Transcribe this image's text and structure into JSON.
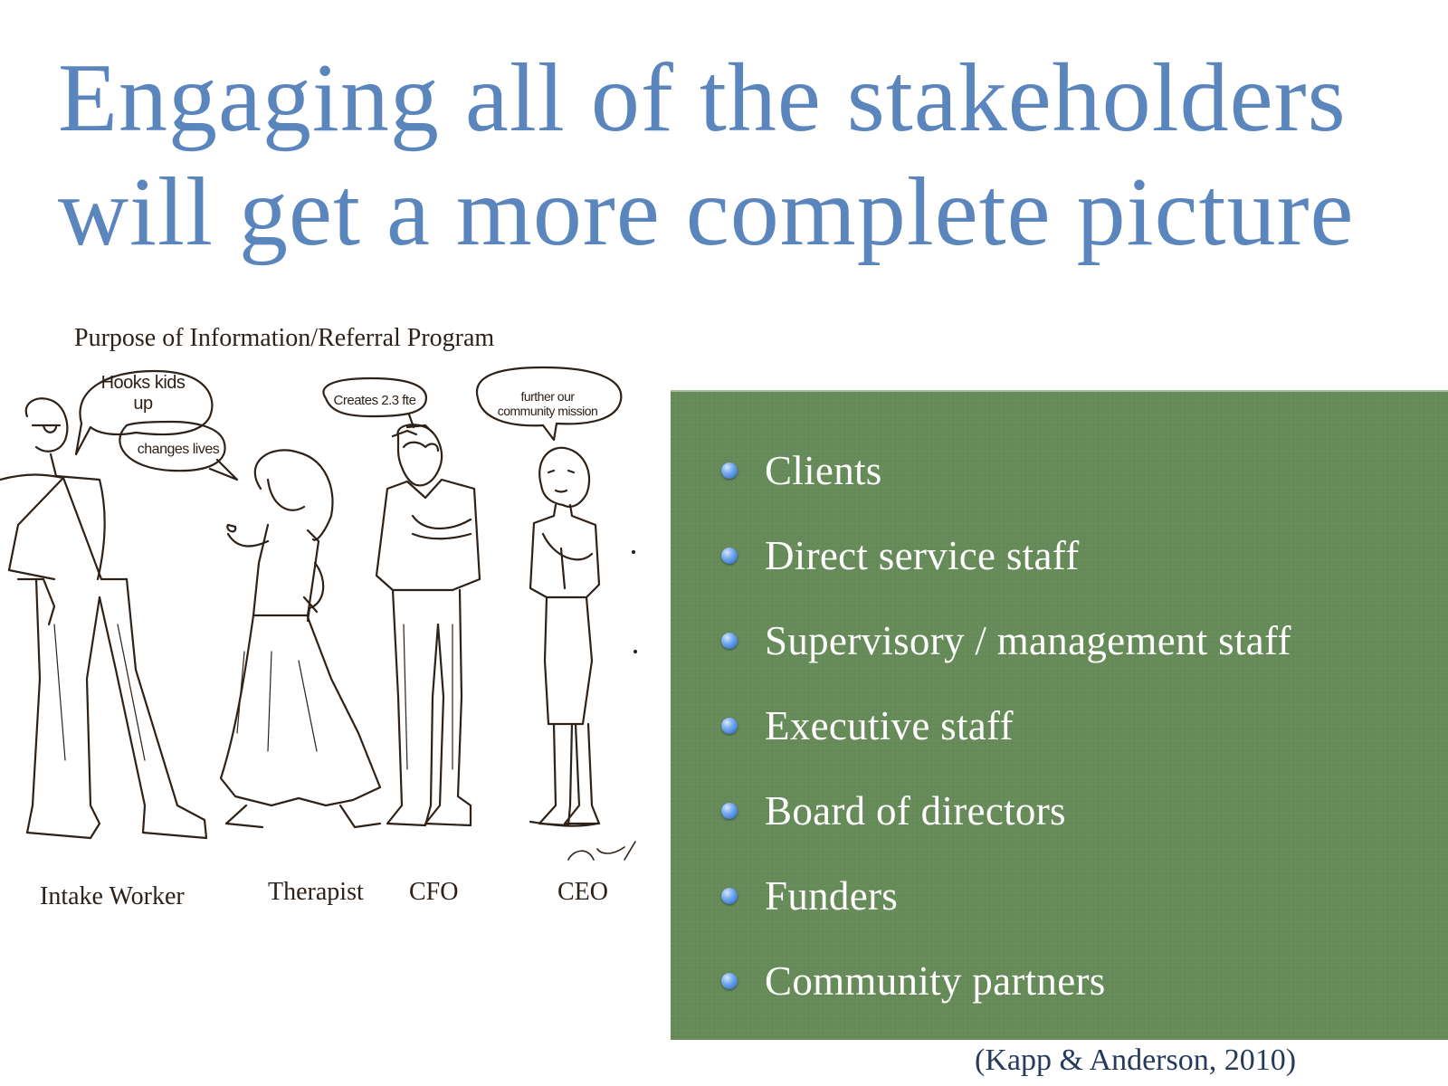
{
  "slide": {
    "title_lines": [
      "Engaging all of the stakeholders",
      "will get a more complete picture"
    ],
    "colors": {
      "title": "#5b86bd",
      "panel_background": "#668a58",
      "bullet_text": "#ffffff",
      "citation": "#263a5c",
      "sketch_ink": "#2e2118"
    }
  },
  "cartoon": {
    "heading": "Purpose of Information/Referral Program",
    "speech_bubbles": [
      {
        "speaker": "Intake Worker",
        "text_lines": [
          "Hooks kids",
          "up"
        ]
      },
      {
        "speaker": "Therapist",
        "text_lines": [
          "changes lives"
        ]
      },
      {
        "speaker": "CFO",
        "text_lines": [
          "Creates 2.3 fte"
        ]
      },
      {
        "speaker": "CEO",
        "text_lines": [
          "further our",
          "community mission"
        ]
      }
    ],
    "role_labels": [
      "Intake Worker",
      "Therapist",
      "CFO",
      "CEO"
    ]
  },
  "stakeholders": {
    "items": [
      "Clients",
      "Direct service staff",
      "Supervisory / management staff",
      "Executive staff",
      "Board of directors",
      "Funders",
      "Community partners"
    ]
  },
  "citation": "(Kapp & Anderson, 2010)"
}
